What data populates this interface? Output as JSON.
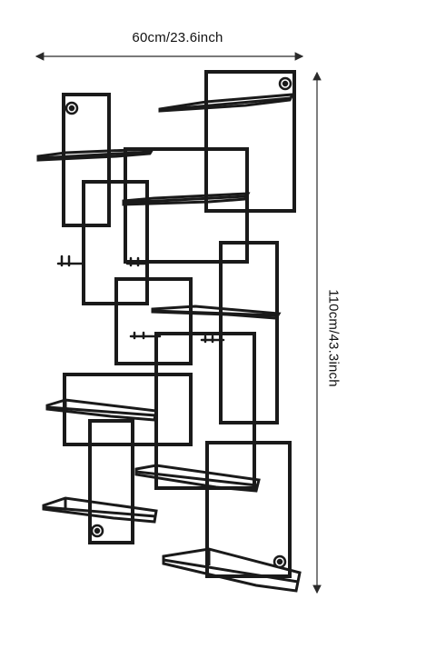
{
  "dimensions": {
    "width_label": "60cm/23.6inch",
    "height_label": "110cm/43.3inch"
  },
  "colors": {
    "frame": "#1a1a1a",
    "dimension_line": "#2a2a2a",
    "background": "#ffffff"
  },
  "product": {
    "icon": "wall-mounted-metal-wine-rack-illustration"
  }
}
